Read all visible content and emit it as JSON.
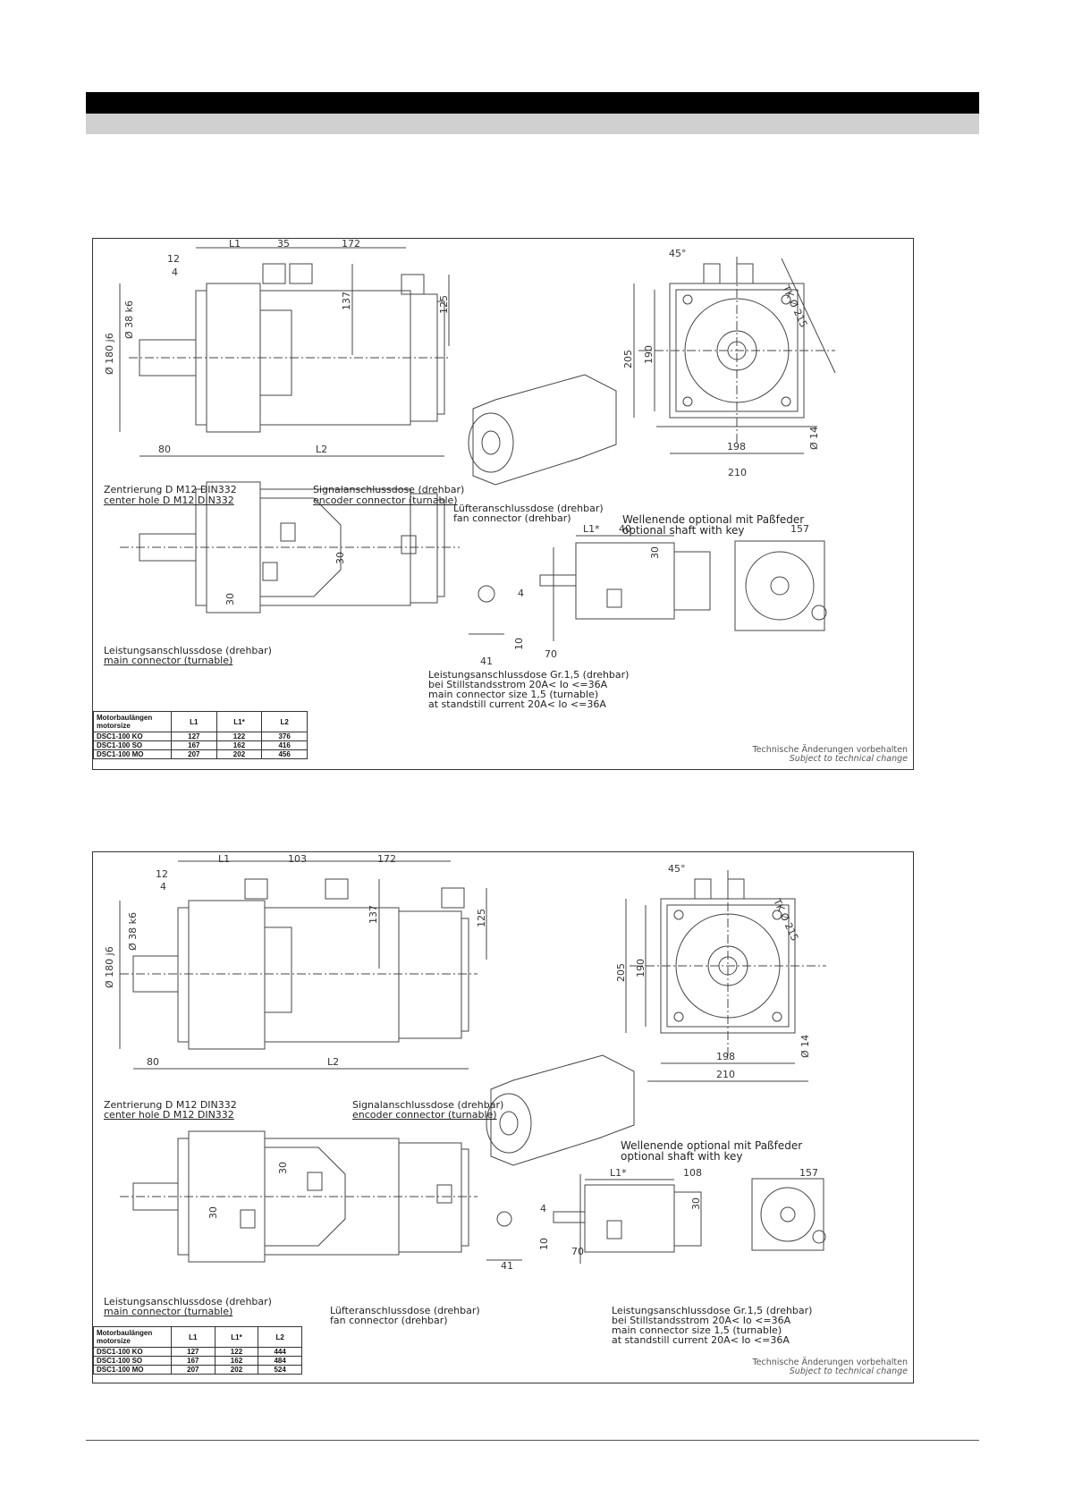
{
  "panels": [
    {
      "dims": {
        "l1": "L1",
        "d35": "35",
        "d172": "172",
        "d12": "12",
        "d4": "4",
        "d137": "137",
        "d125": "125",
        "d180": "Ø 180 j6",
        "d38": "Ø 38 k6",
        "d80": "80",
        "l2": "L2",
        "d45": "45°",
        "tk": "TK Ø 215",
        "d205": "205",
        "d190": "190",
        "d198": "198",
        "d210": "210",
        "d14": "Ø 14",
        "d30a": "30",
        "d30b": "30",
        "s_l1": "L1*",
        "s_40": "40",
        "s_157": "157",
        "s_4": "4",
        "s_30": "30",
        "s_10": "10",
        "s_70": "70",
        "s_41": "41"
      },
      "labels": {
        "center_hole_de": "Zentrierung D M12 DIN332",
        "center_hole_en": "center hole D M12 DIN332",
        "signal_de": "Signalanschlussdose (drehbar)",
        "signal_en": "encoder connector (turnable)",
        "fan_de": "Lüfteranschlussdose (drehbar)",
        "fan_en": "fan connector (drehbar)",
        "shaft_de": "Wellenende optional mit Paßfeder",
        "shaft_en": "optional shaft with key",
        "power_de": "Leistungsanschlussdose (drehbar)",
        "power_en": "main connector (turnable)",
        "power15_l1": "Leistungsanschlussdose Gr.1,5 (drehbar)",
        "power15_l2": "bei Stillstandsstrom 20A< Io <=36A",
        "power15_l3": "main connector size 1,5 (turnable)",
        "power15_l4": "at standstill current 20A< Io <=36A",
        "note_de": "Technische Änderungen vorbehalten",
        "note_en": "Subject to technical change"
      },
      "table": {
        "header": [
          "Motorbaulängen motorsize",
          "L1",
          "L1*",
          "L2"
        ],
        "rows": [
          [
            "DSC1-100 KO",
            "127",
            "122",
            "376"
          ],
          [
            "DSC1-100 SO",
            "167",
            "162",
            "416"
          ],
          [
            "DSC1-100 MO",
            "207",
            "202",
            "456"
          ]
        ]
      }
    },
    {
      "dims": {
        "l1": "L1",
        "d35": "103",
        "d172": "172",
        "d12": "12",
        "d4": "4",
        "d137": "137",
        "d125": "125",
        "d180": "Ø 180 j6",
        "d38": "Ø 38 k6",
        "d80": "80",
        "l2": "L2",
        "d45": "45°",
        "tk": "TK Ø 215",
        "d205": "205",
        "d190": "190",
        "d198": "198",
        "d210": "210",
        "d14": "Ø 14",
        "d30a": "30",
        "d30b": "30",
        "s_l1": "L1*",
        "s_40": "108",
        "s_157": "157",
        "s_4": "4",
        "s_30": "30",
        "s_10": "10",
        "s_70": "70",
        "s_41": "41"
      },
      "labels": {
        "center_hole_de": "Zentrierung D M12 DIN332",
        "center_hole_en": "center hole D M12 DIN332",
        "signal_de": "Signalanschlussdose (drehbar)",
        "signal_en": "encoder connector (turnable)",
        "fan_de": "Lüfteranschlussdose (drehbar)",
        "fan_en": "fan connector (drehbar)",
        "shaft_de": "Wellenende optional mit Paßfeder",
        "shaft_en": "optional shaft with key",
        "power_de": "Leistungsanschlussdose (drehbar)",
        "power_en": "main connector (turnable)",
        "power15_l1": "Leistungsanschlussdose Gr.1,5 (drehbar)",
        "power15_l2": "bei Stillstandsstrom 20A< Io <=36A",
        "power15_l3": "main connector size 1,5 (turnable)",
        "power15_l4": "at standstill current 20A< Io <=36A",
        "note_de": "Technische Änderungen vorbehalten",
        "note_en": "Subject to technical change"
      },
      "table": {
        "header": [
          "Motorbaulängen motorsize",
          "L1",
          "L1*",
          "L2"
        ],
        "rows": [
          [
            "DSC1-100 KO",
            "127",
            "122",
            "444"
          ],
          [
            "DSC1-100 SO",
            "167",
            "162",
            "484"
          ],
          [
            "DSC1-100 MO",
            "207",
            "202",
            "524"
          ]
        ]
      }
    }
  ]
}
